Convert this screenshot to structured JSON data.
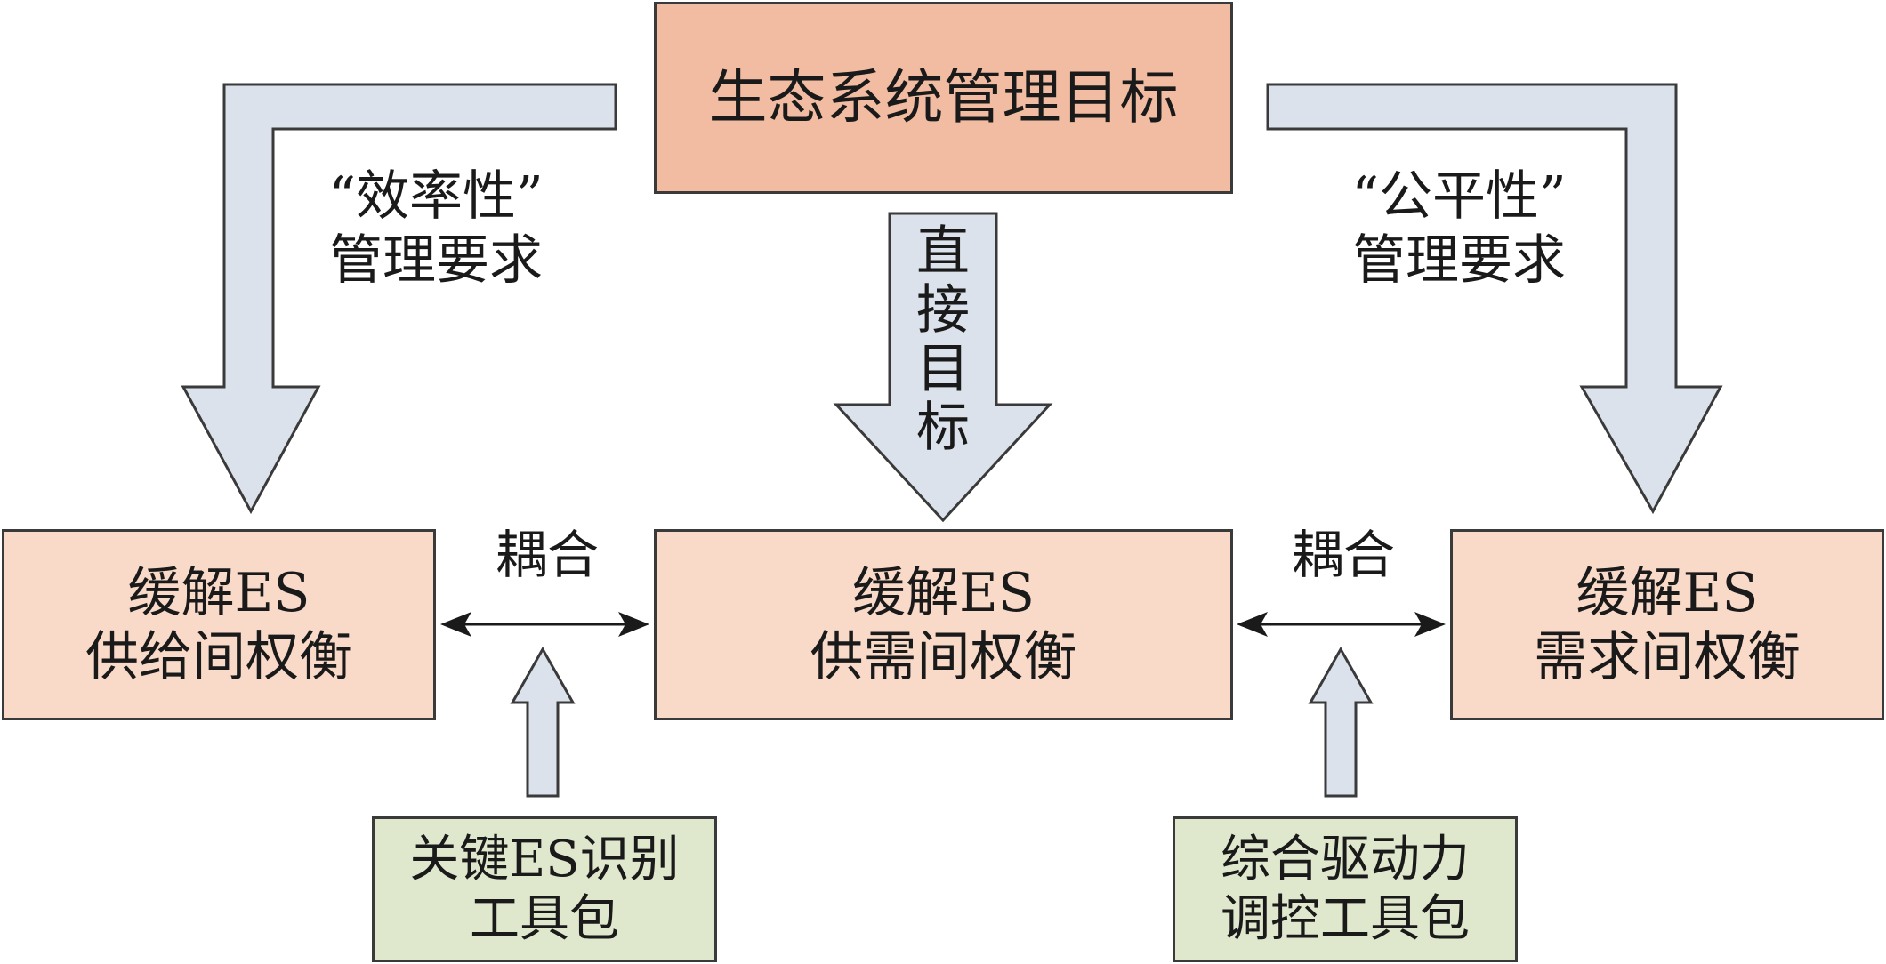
{
  "title": "生态系统管理目标",
  "efficiency_requirement": {
    "line1": "“效率性”",
    "line2": "管理要求"
  },
  "equity_requirement": {
    "line1": "“公平性”",
    "line2": "管理要求"
  },
  "direct_target": [
    "直",
    "接",
    "目",
    "标"
  ],
  "tradeoffs": {
    "supply": {
      "line1": "缓解ES",
      "line2": "供给间权衡"
    },
    "supply_demand": {
      "line1": "缓解ES",
      "line2": "供需间权衡"
    },
    "demand": {
      "line1": "缓解ES",
      "line2": "需求间权衡"
    }
  },
  "coupling_left": "耦合",
  "coupling_right": "耦合",
  "toolkits": {
    "key_es": {
      "line1": "关键ES识别",
      "line2": "工具包"
    },
    "driver": {
      "line1": "综合驱动力",
      "line2": "调控工具包"
    }
  },
  "colors": {
    "goal_box": "#f1bca2",
    "tradeoff_box": "#f9d9c8",
    "toolkit_box": "#dfe8cd",
    "arrow_fill": "#dbe2ec",
    "stroke": "#3a3a3a"
  }
}
